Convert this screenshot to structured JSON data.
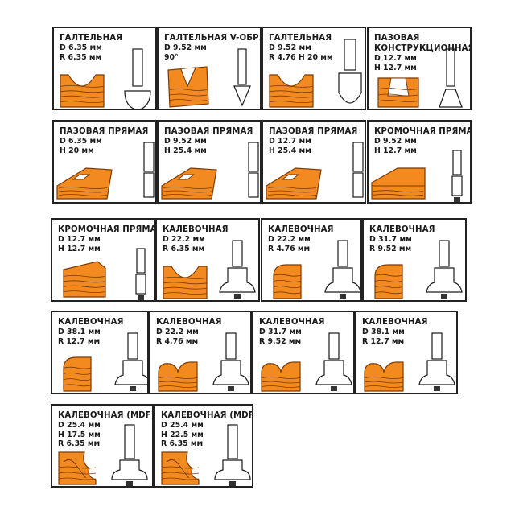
{
  "colors": {
    "wood": "#f28a1f",
    "grain": "#7a3b08",
    "bit_fill": "#ffffff",
    "bit_stroke": "#1a1a1a",
    "frame": "#222222"
  },
  "cells": [
    {
      "title": [
        "ГАЛТЕЛЬНАЯ"
      ],
      "specs": [
        "D 6.35 мм",
        "R 6.35 мм"
      ],
      "wood": "cove",
      "bit": "cove"
    },
    {
      "title": [
        "ГАЛТЕЛЬНАЯ V-ОБР."
      ],
      "specs": [
        "D 9.52 мм",
        "90°"
      ],
      "wood": "vgroove",
      "bit": "vgroove"
    },
    {
      "title": [
        "ГАЛТЕЛЬНАЯ"
      ],
      "specs": [
        "D 9.52 мм",
        "R 4.76   H 20 мм"
      ],
      "wood": "cove",
      "bit": "corebox"
    },
    {
      "title": [
        "ПАЗОВАЯ",
        "КОНСТРУКЦИОННАЯ"
      ],
      "specs": [
        "D 12.7 мм",
        "H 12.7 мм"
      ],
      "wood": "dovetail",
      "bit": "dovetail"
    },
    {
      "title": [
        "ПАЗОВАЯ ПРЯМАЯ"
      ],
      "specs": [
        "D 6.35 мм",
        "H 20 мм"
      ],
      "wood": "slot",
      "bit": "straight"
    },
    {
      "title": [
        "ПАЗОВАЯ ПРЯМАЯ"
      ],
      "specs": [
        "D 9.52 мм",
        "H 25.4 мм"
      ],
      "wood": "slot",
      "bit": "straight"
    },
    {
      "title": [
        "ПАЗОВАЯ ПРЯМАЯ"
      ],
      "specs": [
        "D 12.7 мм",
        "H 25.4 мм"
      ],
      "wood": "slot",
      "bit": "straight"
    },
    {
      "title": [
        "КРОМОЧНАЯ ПРЯМАЯ"
      ],
      "specs": [
        "D 9.52 мм",
        "H 12.7 мм"
      ],
      "wood": "rabbet",
      "bit": "flush"
    },
    {
      "title": [
        "КРОМОЧНАЯ ПРЯМАЯ"
      ],
      "specs": [
        "D 12.7 мм",
        "H 12.7 мм"
      ],
      "wood": "block",
      "bit": "flush"
    },
    {
      "title": [
        "КАЛЕВОЧНАЯ"
      ],
      "specs": [
        "D 22.2 мм",
        "R 6.35 мм"
      ],
      "wood": "cove",
      "bit": "roundover"
    },
    {
      "title": [
        "КАЛЕВОЧНАЯ"
      ],
      "specs": [
        "D 22.2 мм",
        "R 4.76 мм"
      ],
      "wood": "round",
      "bit": "roundover"
    },
    {
      "title": [
        "КАЛЕВОЧНАЯ"
      ],
      "specs": [
        "D 31.7 мм",
        "R 9.52 мм"
      ],
      "wood": "round",
      "bit": "roundover"
    },
    {
      "title": [
        "КАЛЕВОЧНАЯ"
      ],
      "specs": [
        "D 38.1 мм",
        "R 12.7 мм"
      ],
      "wood": "round",
      "bit": "roundover"
    },
    {
      "title": [
        "КАЛЕВОЧНАЯ"
      ],
      "specs": [
        "D 22.2 мм",
        "R 4.76 мм"
      ],
      "wood": "ogee",
      "bit": "roundover"
    },
    {
      "title": [
        "КАЛЕВОЧНАЯ"
      ],
      "specs": [
        "D 31.7 мм",
        "R 9.52 мм"
      ],
      "wood": "ogee",
      "bit": "roundover"
    },
    {
      "title": [
        "КАЛЕВОЧНАЯ"
      ],
      "specs": [
        "D 38.1 мм",
        "R 12.7 мм"
      ],
      "wood": "ogee",
      "bit": "roundover"
    },
    {
      "title": [
        "КАЛЕВОЧНАЯ (MDF)"
      ],
      "specs": [
        "D 25.4 мм",
        "H 17.5 мм",
        "R 6.35 мм"
      ],
      "wood": "mdf",
      "bit": "mdf"
    },
    {
      "title": [
        "КАЛЕВОЧНАЯ (MDF)"
      ],
      "specs": [
        "D 25.4 мм",
        "H 22.5 мм",
        "R 6.35 мм"
      ],
      "wood": "mdf",
      "bit": "mdf"
    }
  ]
}
